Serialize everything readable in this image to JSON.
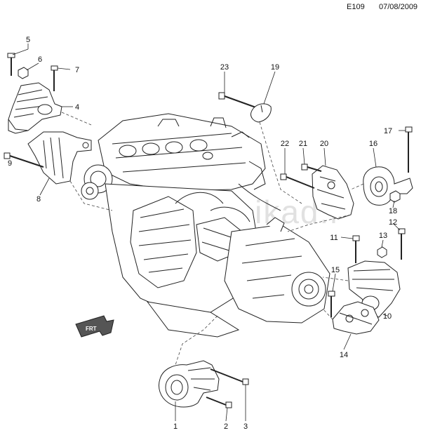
{
  "header": {
    "page_code": "E109",
    "date": "07/08/2009"
  },
  "watermark": "www.gm-ikad.r",
  "direction_label": "FRT",
  "callouts": {
    "c1": "1",
    "c2": "2",
    "c3": "3",
    "c4": "4",
    "c5": "5",
    "c6": "6",
    "c7": "7",
    "c8": "8",
    "c9": "9",
    "c10": "10",
    "c11": "11",
    "c12": "12",
    "c13": "13",
    "c14": "14",
    "c15": "15",
    "c16": "16",
    "c17": "17",
    "c18": "18",
    "c19": "19",
    "c20": "20",
    "c21": "21",
    "c22": "22",
    "c23": "23"
  }
}
